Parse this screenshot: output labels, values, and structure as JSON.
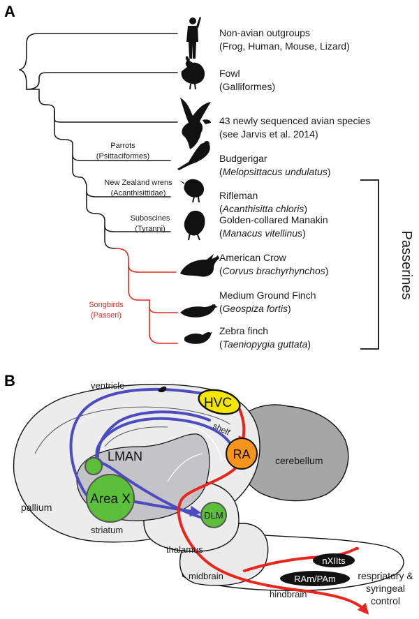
{
  "panel_a": {
    "letter": "A",
    "taxa": [
      {
        "line1": "Non-avian outgroups",
        "line2": "(Frog, Human, Mouse, Lizard)",
        "italic2": false,
        "icon": "human-silhouette-icon"
      },
      {
        "line1": "Fowl",
        "line2": "(Galliformes)",
        "italic2": false,
        "icon": "chicken-silhouette-icon"
      },
      {
        "line1": "43 newly sequenced avian species",
        "line2": "(see Jarvis et al. 2014)",
        "italic2": false,
        "icon": "eagle-silhouette-icon"
      },
      {
        "line1": "Budgerigar",
        "line2": "Melopsittacus undulatus",
        "italic2": true,
        "icon": "budgerigar-silhouette-icon"
      },
      {
        "line1": "Rifleman",
        "line2": "Acanthisitta chloris",
        "italic2": true,
        "icon": "rifleman-silhouette-icon"
      },
      {
        "line1": "Golden-collared Manakin",
        "line2": "Manacus vitellinus",
        "italic2": true,
        "icon": "manakin-silhouette-icon"
      },
      {
        "line1": "American Crow",
        "line2": "Corvus brachyrhynchos",
        "italic2": true,
        "icon": "crow-silhouette-icon"
      },
      {
        "line1": "Medium Ground Finch",
        "line2": "Geospiza fortis",
        "italic2": true,
        "icon": "ground-finch-silhouette-icon"
      },
      {
        "line1": "Zebra finch",
        "line2": "Taeniopygia guttata",
        "italic2": true,
        "icon": "zebra-finch-silhouette-icon"
      }
    ],
    "clades": [
      {
        "name": "Parrots",
        "sub": "(Psittaciformes)",
        "color": "#1a1a1a"
      },
      {
        "name": "New Zealand wrens",
        "sub": "(Acanthisittidae)",
        "color": "#1a1a1a"
      },
      {
        "name": "Suboscines",
        "sub": "(Tyranni)",
        "color": "#1a1a1a"
      },
      {
        "name": "Songbirds",
        "sub": "(Passeri)",
        "color": "#e8261c"
      }
    ],
    "bracket_label": "Passerines",
    "paren_open": "(",
    "paren_close": ")"
  },
  "panel_b": {
    "letter": "B",
    "nuclei": {
      "hvc": "HVC",
      "lman": "LMAN",
      "area_x": "Area X",
      "ra": "RA",
      "dlm": "DLM",
      "nxiits": "nXIIts",
      "ram_pam": "RAm/PAm"
    },
    "regions": {
      "ventricle": "ventricle",
      "shelf": "shelf",
      "pallium": "pallium",
      "striatum": "striatum",
      "thalamus": "thalamus",
      "midbrain": "midbrain",
      "hindbrain": "hindbrain",
      "cerebellum": "cerebellum"
    },
    "output_label": [
      "respriatory &",
      "syringeal",
      "control"
    ],
    "colors": {
      "song_pathway": "#e8261c",
      "afp_pathway": "#4a4cc0",
      "hvc": "#f5e600",
      "green_nuclei": "#5cbf3a",
      "ra": "#f7941d",
      "brainstem_nuclei": "#111111"
    }
  }
}
